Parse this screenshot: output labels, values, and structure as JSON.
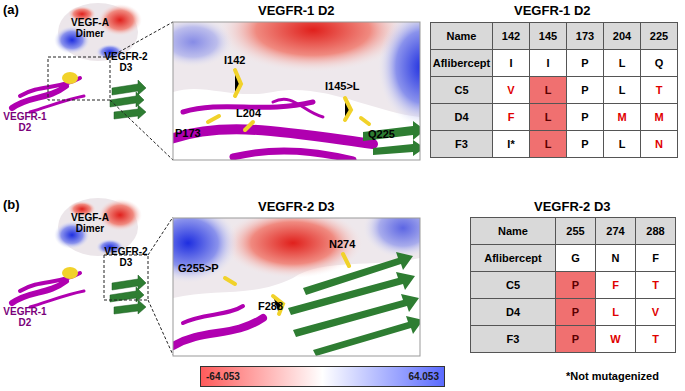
{
  "diagram": {
    "nodes": [
      {
        "text": [
          "-64.053",
          "64.053"
        ]
      }
    ],
    "labels": [
      "(a)",
      "VEGF-A Dimer",
      "VEGFR-1 D2",
      "VEGFR-2 D3",
      "VEGFR-1 D2",
      "I142",
      "I145>L",
      "P173",
      "L204",
      "Q225",
      "VEGFR-1 D2",
      "Name",
      "142",
      "145",
      "173",
      "204",
      "225",
      "Aflibercept",
      "I",
      "I",
      "P",
      "L",
      "Q",
      "C5",
      "V",
      "L",
      "P",
      "L",
      "T",
      "D4",
      "F",
      "L",
      "P",
      "M",
      "M",
      "F3",
      "I*",
      "L",
      "P",
      "L",
      "N",
      "(b)",
      "VEGF-A Dimer",
      "VEGFR-1 D2",
      "VEGFR-2 D3",
      "VEGFR-2 D3",
      "N274",
      "G255>P",
      "F288",
      "VEGFR-2 D3",
      "Name",
      "255",
      "274",
      "288",
      "Aflibercept",
      "G",
      "N",
      "F",
      "C5",
      "P",
      "F",
      "T",
      "D4",
      "P",
      "L",
      "V",
      "F3",
      "P",
      "W",
      "T",
      "*Not mutagenized"
    ]
  }
}
